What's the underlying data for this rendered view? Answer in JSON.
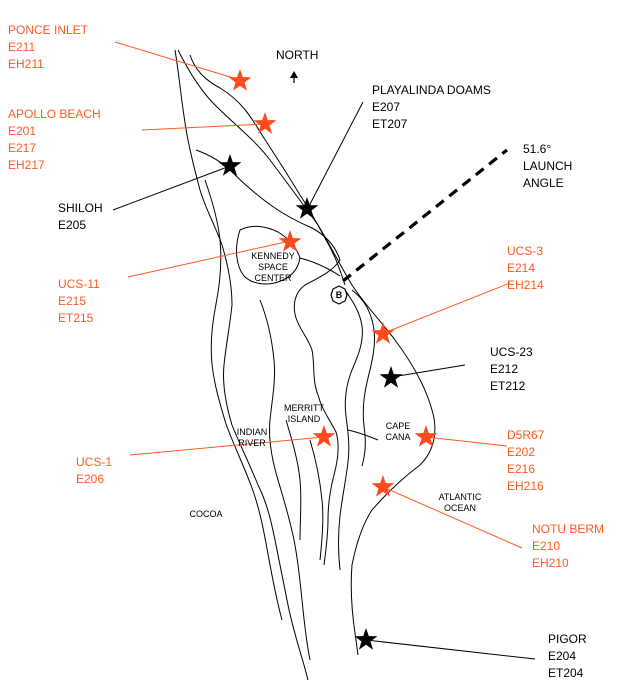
{
  "colors": {
    "red_station": "#ff4a1c",
    "black_station": "#000000",
    "coast": "#000000",
    "leader_red": "#ff5a1f"
  },
  "compass": {
    "label": "NORTH",
    "icon": "north-arrow-icon"
  },
  "launch": {
    "angle_label": "51.6°",
    "line1": "LAUNCH",
    "line2": "ANGLE"
  },
  "areas": {
    "ksc_1": "KENNEDY",
    "ksc_2": "SPACE",
    "ksc_3": "CENTER",
    "merritt_1": "MERRITT",
    "merritt_2": "ISLAND",
    "indian_1": "INDIAN",
    "indian_2": "RIVER",
    "cape_1": "CAPE",
    "cape_2": "CANA",
    "atlantic_1": "ATLANTIC",
    "atlantic_2": "OCEAN",
    "cocoa": "COCOA",
    "b_marker": "B"
  },
  "stations": [
    {
      "name": "PONCE INLET",
      "codes": [
        "E211",
        "EH211"
      ],
      "color": "red"
    },
    {
      "name": "APOLLO BEACH",
      "codes": [
        "E201",
        "E217",
        "EH217"
      ],
      "color": "red"
    },
    {
      "name": "SHILOH",
      "codes": [
        "E205"
      ],
      "color": "black"
    },
    {
      "name": "PLAYALINDA DOAMS",
      "codes": [
        "E207",
        "ET207"
      ],
      "color": "black"
    },
    {
      "name": "UCS-11",
      "codes": [
        "E215",
        "ET215"
      ],
      "color": "red"
    },
    {
      "name": "UCS-3",
      "codes": [
        "E214",
        "EH214"
      ],
      "color": "red"
    },
    {
      "name": "UCS-23",
      "codes": [
        "E212",
        "ET212"
      ],
      "color": "black"
    },
    {
      "name": "D5R67",
      "codes": [
        "E202",
        "E216",
        "EH216"
      ],
      "color": "red"
    },
    {
      "name": "UCS-1",
      "codes": [
        "E206"
      ],
      "color": "red"
    },
    {
      "name": "NOTU BERM",
      "codes": [
        "E210",
        "EH210"
      ],
      "color": "red"
    },
    {
      "name": "PIGOR",
      "codes": [
        "E204",
        "ET204"
      ],
      "color": "black"
    }
  ]
}
